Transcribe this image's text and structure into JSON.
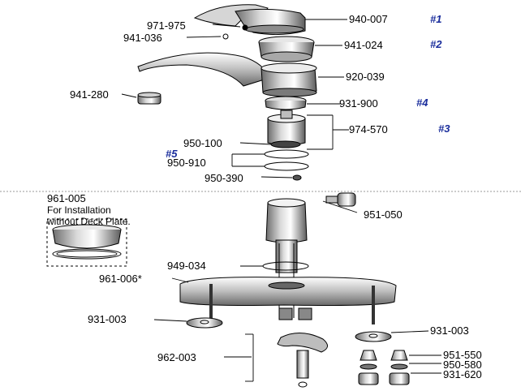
{
  "labels": {
    "p971_975": "971-975",
    "p940_007": "940-007",
    "p941_036": "941-036",
    "p941_024": "941-024",
    "p920_039": "920-039",
    "p941_280": "941-280",
    "p931_900": "931-900",
    "p974_570": "974-570",
    "p950_100": "950-100",
    "p950_910": "950-910",
    "p950_390": "950-390",
    "p961_005": "961-005",
    "p951_050": "951-050",
    "p949_034": "949-034",
    "p961_006": "961-006*",
    "p931_003_left": "931-003",
    "p931_003_right": "931-003",
    "p962_003": "962-003",
    "p951_550": "951-550",
    "p950_580": "950-580",
    "p931_620": "931-620"
  },
  "refs": {
    "r1": "#1",
    "r2": "#2",
    "r3": "#3",
    "r4": "#4",
    "r5": "#5"
  },
  "note": {
    "line1": "For Installation",
    "line2": "without Deck Plate."
  },
  "colors": {
    "ref_blue": "#1a2d9c",
    "ink": "#000000",
    "shade": "#9a9a9a"
  }
}
